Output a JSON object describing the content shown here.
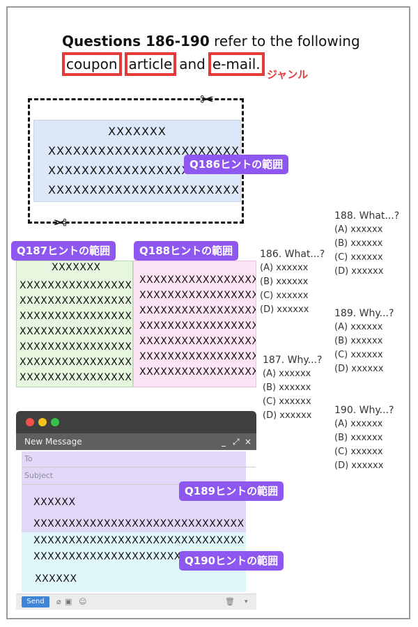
{
  "heading": {
    "bold": "Questions 186-190",
    "rest": " refer to the following",
    "genres": [
      "coupon",
      "article",
      "e-mail."
    ],
    "and_word": "and",
    "genre_note": "ジャンル"
  },
  "coupon": {
    "title": "XXXXXXX",
    "lines": [
      "XXXXXXXXXXXXXXXXXXXXXXX",
      "XXXXXXXXXXXXXXXXXXXXXXX",
      "XXXXXXXXXXXXXXXXXXXXXXX"
    ],
    "hint": "Q186ヒントの範囲"
  },
  "article_left": {
    "hint": "Q187ヒントの範囲",
    "title": "XXXXXXX",
    "lines": [
      "XXXXXXXXXXXXXXXXX",
      "XXXXXXXXXXXXXXXXX",
      "XXXXXXXXXXXXXXXXX",
      "XXXXXXXXXXXXXXXXX",
      "XXXXXXXXXXXXXXXXX",
      "XXXXXXXXXXXXXXXXX",
      "XXXXXXXXXXXXXXXXX"
    ]
  },
  "article_right": {
    "hint": "Q188ヒントの範囲",
    "lines": [
      "XXXXXXXXXXXXXXXXX",
      "XXXXXXXXXXXXXXXXX",
      "XXXXXXXXXXXXXXXXX",
      "XXXXXXXXXXXXXXXXX",
      "XXXXXXXXXXXXXXXXX",
      "XXXXXXXXXXXXXXXXX",
      "XXXXXXXXXXXXXXXXX"
    ]
  },
  "questions": [
    {
      "title": "186. What...?",
      "options": [
        "(A) xxxxxx",
        "(B) xxxxxx",
        "(C) xxxxxx",
        "(D) xxxxxx"
      ]
    },
    {
      "title": "187. Why...?",
      "options": [
        "(A) xxxxxx",
        "(B) xxxxxx",
        "(C) xxxxxx",
        "(D) xxxxxx"
      ]
    },
    {
      "title": "188. What...?",
      "options": [
        "(A) xxxxxx",
        "(B) xxxxxx",
        "(C) xxxxxx",
        "(D) xxxxxx"
      ]
    },
    {
      "title": "189. Why...?",
      "options": [
        "(A) xxxxxx",
        "(B) xxxxxx",
        "(C) xxxxxx",
        "(D) xxxxxx"
      ]
    },
    {
      "title": "190. Why...?",
      "options": [
        "(A) xxxxxx",
        "(B) xxxxxx",
        "(C) xxxxxx",
        "(D) xxxxxx"
      ]
    }
  ],
  "email": {
    "window_title": "New Message",
    "controls": [
      "_",
      "⤢",
      "×"
    ],
    "to_placeholder": "To",
    "subject_placeholder": "Subject",
    "body_short1": "XXXXXX",
    "body_lines": [
      "XXXXXXXXXXXXXXXXXXXXXXXXXXXXXX",
      "XXXXXXXXXXXXXXXXXXXXXXXXXXXXXX",
      "XXXXXXXXXXXXXXXXXXXXXXXXXXXXXX"
    ],
    "body_short2": "XXXXXX",
    "hint189": "Q189ヒントの範囲",
    "hint190": "Q190ヒントの範囲",
    "send_label": "Send"
  },
  "colors": {
    "red_box": "#e63939",
    "hint_purple": "#8e57ef",
    "coupon_bg": "#dce7f8",
    "green_bg": "#e6f6df",
    "pink_bg": "#fde4f5",
    "mail_purple": "#e0d8f6",
    "mail_cyan": "#dff6fb"
  }
}
